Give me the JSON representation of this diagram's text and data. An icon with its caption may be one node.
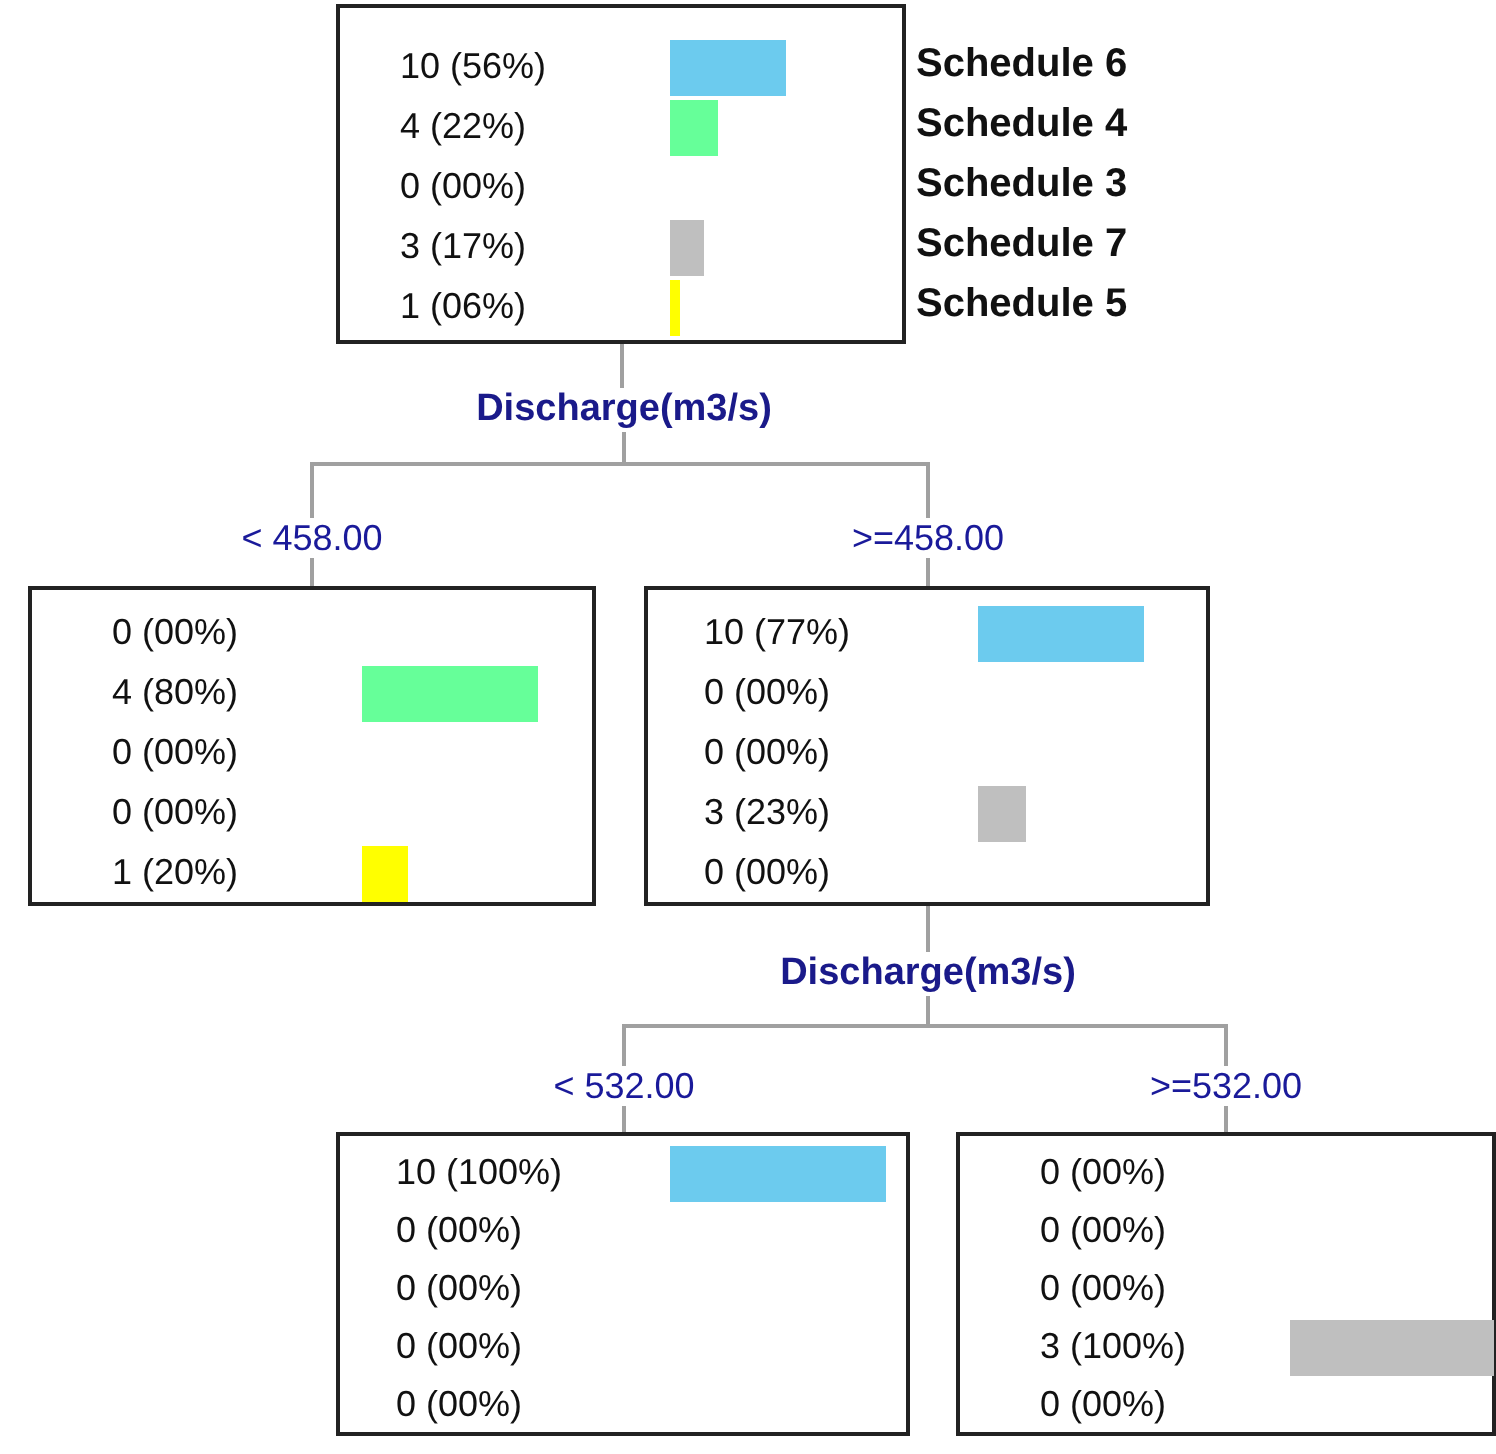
{
  "diagram": {
    "nodes": [
      {
        "text": [
          "10 (56%)",
          "4 (22%)",
          "0 (00%)",
          "3 (17%)",
          "1 (06%)"
        ],
        "beside": [
          "Schedule 6",
          "Schedule 4",
          "Schedule 3",
          "Schedule 7",
          "Schedule 5"
        ]
      },
      {
        "text": [
          "Discharge(m3/s)"
        ]
      },
      {
        "text": [
          "0 (00%)",
          "4 (80%)",
          "0 (00%)",
          "0 (00%)",
          "1 (20%)"
        ]
      },
      {
        "text": [
          "10 (77%)",
          "0 (00%)",
          "0 (00%)",
          "3 (23%)",
          "0 (00%)"
        ]
      },
      {
        "text": [
          "Discharge(m3/s)"
        ]
      },
      {
        "text": [
          "10 (100%)",
          "0 (00%)",
          "0 (00%)",
          "0 (00%)",
          "0 (00%)"
        ]
      },
      {
        "text": [
          "0 (00%)",
          "0 (00%)",
          "0 (00%)",
          "3 (100%)",
          "0 (00%)"
        ]
      }
    ],
    "edges": [
      {
        "from": 0,
        "to": 1,
        "arrow": "none"
      },
      {
        "from": 1,
        "to": 2,
        "arrow": "none",
        "label": "< 458.00"
      },
      {
        "from": 1,
        "to": 3,
        "arrow": "none",
        "label": ">=458.00"
      },
      {
        "from": 3,
        "to": 4,
        "arrow": "none"
      },
      {
        "from": 4,
        "to": 5,
        "arrow": "none",
        "label": "< 532.00"
      },
      {
        "from": 4,
        "to": 6,
        "arrow": "none",
        "label": ">=532.00"
      }
    ]
  }
}
